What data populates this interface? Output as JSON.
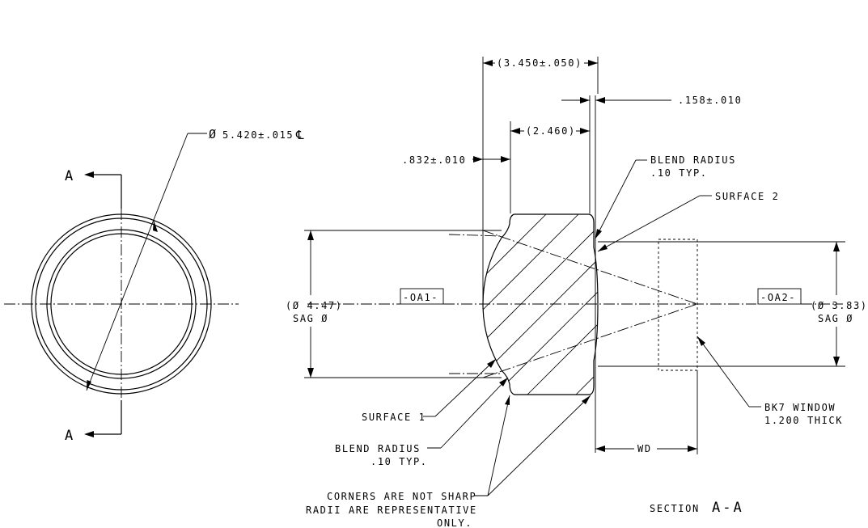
{
  "front_view": {
    "diameter_dim": "5.420±.015",
    "diameter_symbol": "Ø",
    "centerline_symbol": "℄",
    "section_letter_top": "A",
    "section_letter_bottom": "A"
  },
  "section_view": {
    "dim_overall_length": "(3.450±.050)",
    "dim_window_thickness": ".158±.010",
    "dim_inner": "(2.460)",
    "dim_edge": ".832±.010",
    "sag_left_value": "(Ø 4.47)",
    "sag_left_label": "SAG Ø",
    "sag_right_value": "(Ø 3.83)",
    "sag_right_label": "SAG Ø",
    "datum_left": "-OA1-",
    "datum_right": "-OA2-",
    "blend_radius_top_line1": "BLEND RADIUS",
    "blend_radius_top_line2": ".10 TYP.",
    "surface_2": "SURFACE 2",
    "surface_1": "SURFACE 1",
    "blend_radius_bottom_line1": "BLEND  RADIUS",
    "blend_radius_bottom_line2": ".10 TYP.",
    "note_line1": "CORNERS ARE NOT SHARP",
    "note_line2": "RADII ARE REPRESENTATIVE",
    "note_line3": "ONLY.",
    "window_line1": "BK7 WINDOW",
    "window_line2": "1.200 THICK",
    "wd_label": "WD",
    "section_title": "SECTION",
    "section_id": "A-A"
  }
}
